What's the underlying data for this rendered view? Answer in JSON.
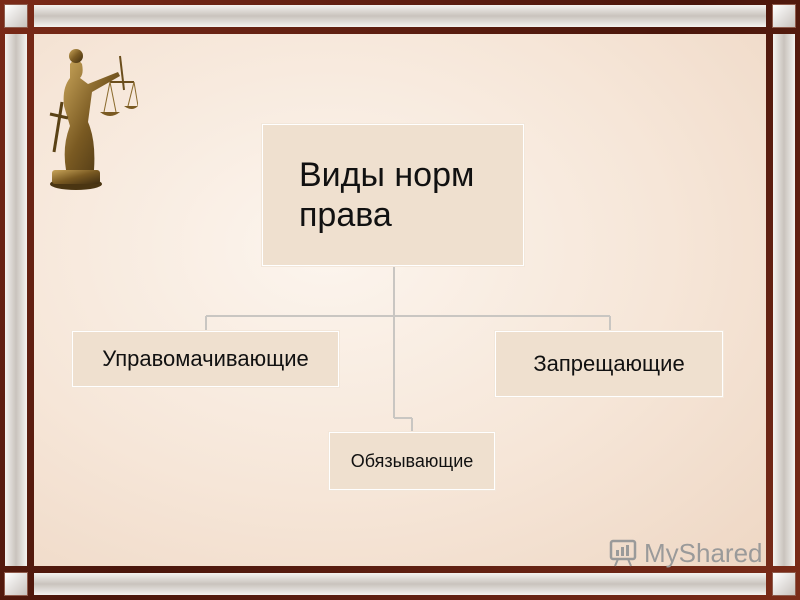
{
  "diagram": {
    "root": {
      "label": "Виды норм права"
    },
    "children": [
      {
        "label": "Управомачивающие"
      },
      {
        "label": "Запрещающие"
      },
      {
        "label": "Обязывающие"
      }
    ]
  },
  "watermark": {
    "brand": "MyShared"
  },
  "colors": {
    "frame": "#5a1f12",
    "box_fill": "#efe0cf",
    "connector": "#c9c6c2",
    "watermark": "#9a9a9a"
  },
  "icons": {
    "decoration": "themis-statue-icon",
    "watermark": "myshared-logo-icon"
  }
}
